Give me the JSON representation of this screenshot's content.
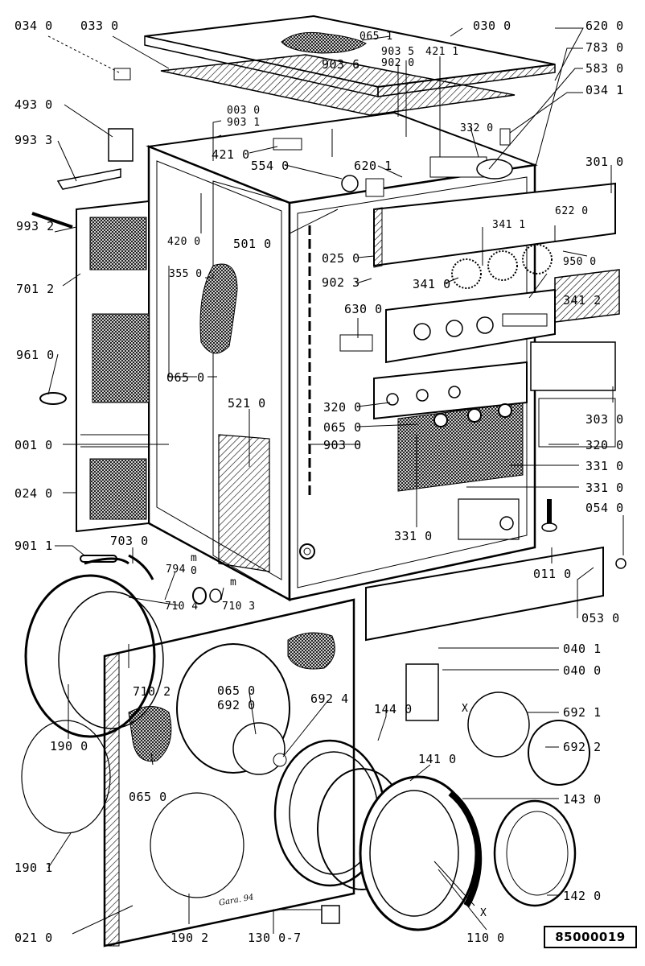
{
  "document_number": "85000019",
  "signature": "Gara. 94",
  "parts": {
    "p0340": "034 0",
    "p0330": "033 0",
    "p0651": "065 1",
    "p0300": "030 0",
    "p6200": "620 0",
    "p7830": "783 0",
    "p5830": "583 0",
    "p0341": "034 1",
    "p4930": "493 0",
    "p9933": "993 3",
    "p9932": "993 2",
    "p7012": "701 2",
    "p9610": "961 0",
    "p0010": "001 0",
    "p0240": "024 0",
    "p9011": "901 1",
    "p9036": "903 6",
    "p9035": "903 5",
    "p9020": "902 0",
    "p4211": "421 1",
    "p0030": "003 0",
    "p9031": "903 1",
    "p3320": "332 0",
    "p4210": "421 0",
    "p5540": "554 0",
    "p6201": "620 1",
    "p3010": "301 0",
    "p4200": "420 0",
    "p5010": "501 0",
    "p0250": "025 0",
    "p3411": "341 1",
    "p6220": "622 0",
    "p3550": "355 0",
    "p9023": "902 3",
    "p9500": "950 0",
    "p3410": "341 0",
    "p3412": "341 2",
    "p6300": "630 0",
    "p0650a": "065 0",
    "p5210": "521 0",
    "p3200a": "320 0",
    "p0650b": "065 0",
    "p9030": "903 0",
    "p3030": "303 0",
    "p3200b": "320 0",
    "p3310a": "331 0",
    "p3310b": "331 0",
    "p3310c": "331 0",
    "p0540": "054 0",
    "p7030": "703 0",
    "p0110": "011 0",
    "p0530": "053 0",
    "p7940": "794",
    "p7940b": "0",
    "pm1": "m",
    "pm2": "m",
    "p7104": "710 4",
    "p7103": "710 3",
    "p7102": "710 2",
    "p0650c": "065 0",
    "p6920": "692 0",
    "p6924": "692 4",
    "p1440": "144 0",
    "p0401": "040 1",
    "p0400": "040 0",
    "p1900": "190 0",
    "p1410": "141 0",
    "px1": "X",
    "p6921": "692 1",
    "p6922": "692 2",
    "p0650d": "065 0",
    "p1430": "143 0",
    "p1901": "190 1",
    "p1420": "142 0",
    "px2": "X",
    "p0210": "021 0",
    "p1902": "190 2",
    "p1300": "130 0-7",
    "p1100": "110 0"
  }
}
